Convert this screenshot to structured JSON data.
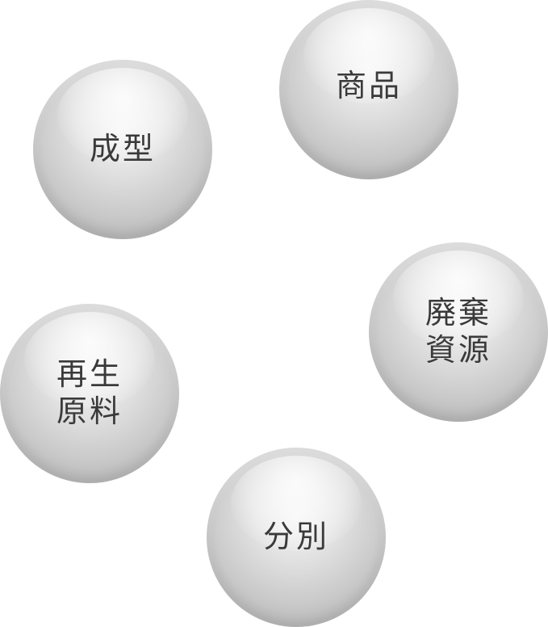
{
  "diagram": {
    "nodes": [
      {
        "id": "shouhin",
        "label": "商品"
      },
      {
        "id": "seikei",
        "label": "成型"
      },
      {
        "id": "haiki",
        "label": "廃棄\n資源"
      },
      {
        "id": "saisei",
        "label": "再生\n原料"
      },
      {
        "id": "bunbetsu",
        "label": "分別"
      }
    ],
    "sphere_color": "#c9c9c9",
    "text_color": "#3a3a3a"
  }
}
